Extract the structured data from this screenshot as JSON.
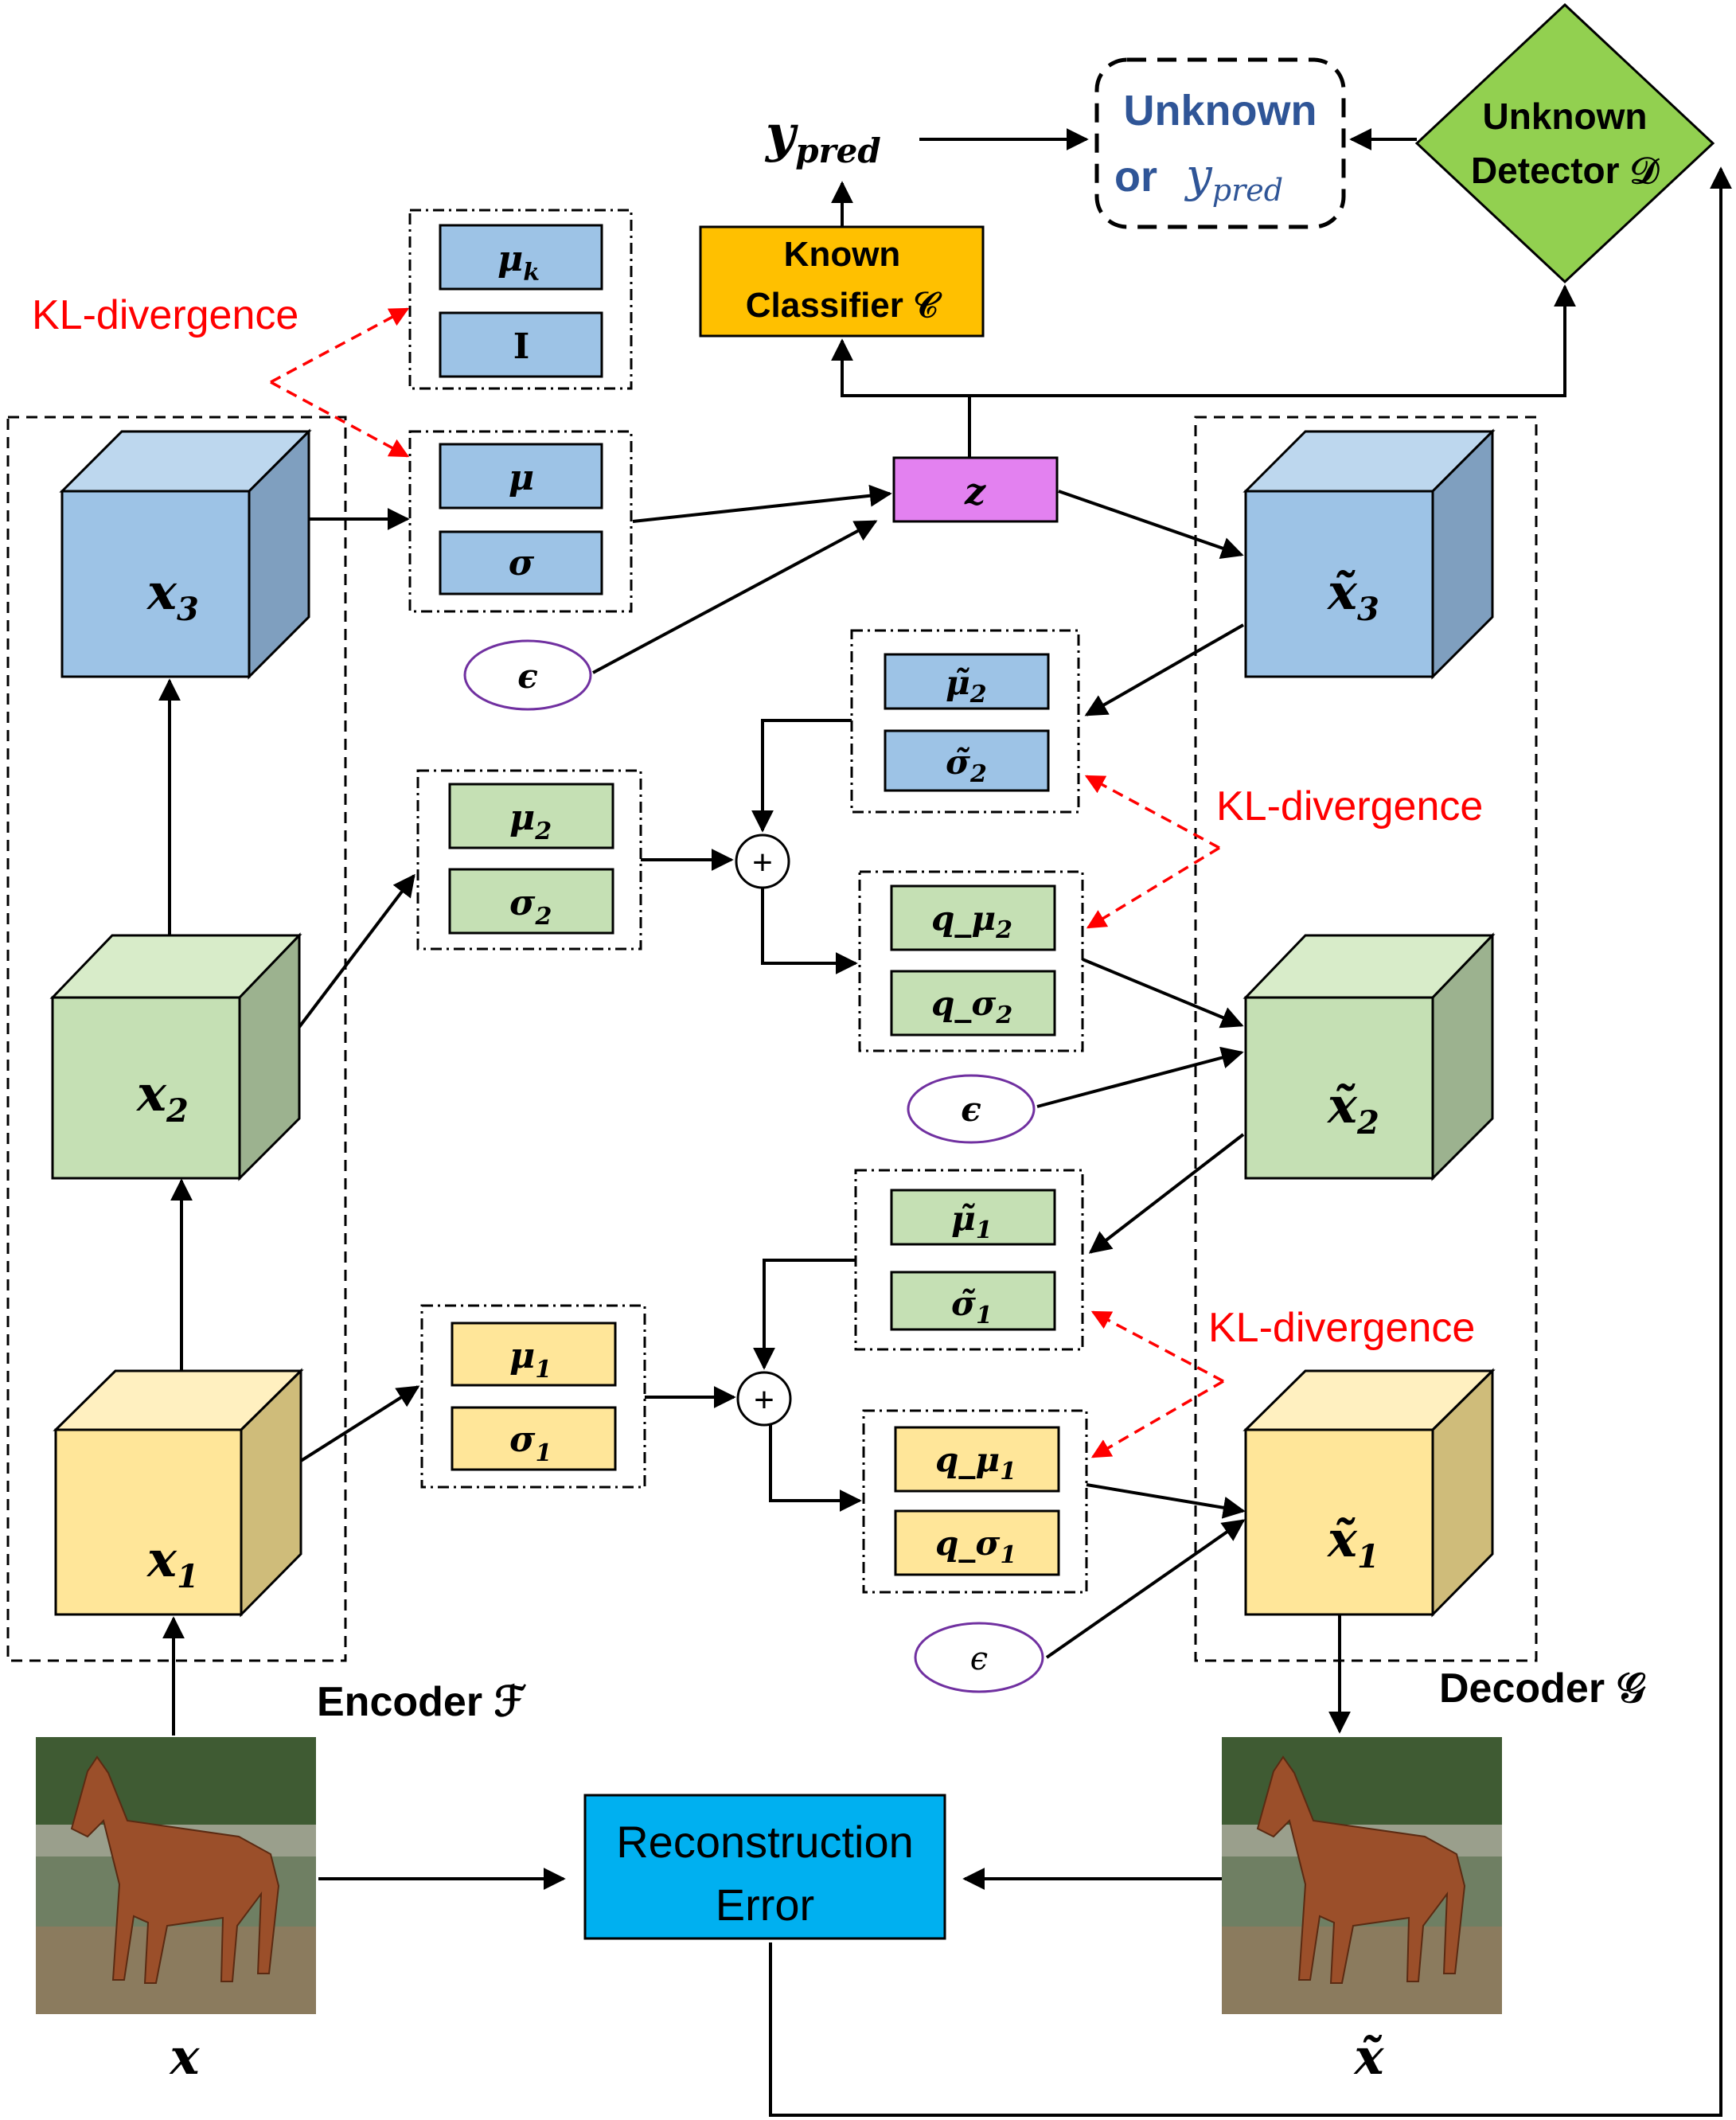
{
  "labels": {
    "kl_top": "KL-divergence",
    "kl_mid": "KL-divergence",
    "kl_low": "KL-divergence",
    "y_pred": "y",
    "y_pred_sub": "pred",
    "unknown_line1": "Unknown",
    "unknown_or": "or",
    "unknown_y": "y",
    "unknown_y_sub": "pred",
    "detector_line1": "Unknown",
    "detector_line2": "Detector 𝒟",
    "classifier_line1": "Known",
    "classifier_line2": "Classifier 𝒞",
    "z": "z",
    "mu_k": "μ",
    "mu_k_sub": "k",
    "identity": "I",
    "mu": "μ",
    "sigma": "σ",
    "epsilon": "ϵ",
    "x3": "x",
    "x3_sub": "3",
    "x2": "x",
    "x2_sub": "2",
    "x1": "x",
    "x1_sub": "1",
    "xt3": "x̃",
    "xt3_sub": "3",
    "xt2": "x̃",
    "xt2_sub": "2",
    "xt1": "x̃",
    "xt1_sub": "1",
    "mu2": "μ",
    "mu2_sub": "2",
    "sigma2": "σ",
    "sigma2_sub": "2",
    "mut2": "μ̃",
    "mut2_sub": "2",
    "sigmat2": "σ̃",
    "sigmat2_sub": "2",
    "qmu2": "q_μ",
    "qmu2_sub": "2",
    "qsigma2": "q_σ",
    "qsigma2_sub": "2",
    "mu1": "μ",
    "mu1_sub": "1",
    "sigma1": "σ",
    "sigma1_sub": "1",
    "mut1": "μ̃",
    "mut1_sub": "1",
    "sigmat1": "σ̃",
    "sigmat1_sub": "1",
    "qmu1": "q_μ",
    "qmu1_sub": "1",
    "qsigma1": "q_σ",
    "qsigma1_sub": "1",
    "plus": "+",
    "encoder": "Encoder ℱ",
    "decoder": "Decoder 𝒢",
    "recon_line1": "Reconstruction",
    "recon_line2": "Error",
    "input_x": "x",
    "output_x": "x̃"
  },
  "colors": {
    "blue_box": "#9dc3e6",
    "green_box": "#c5e0b4",
    "yellow_box": "#ffe699",
    "classifier": "#ffc000",
    "detector": "#92d050",
    "z_box": "#e381f0",
    "recon": "#00b0f0",
    "kl_red": "#ff0000",
    "unknown_text": "#2f5597",
    "epsilon_outline": "#7030a0"
  }
}
